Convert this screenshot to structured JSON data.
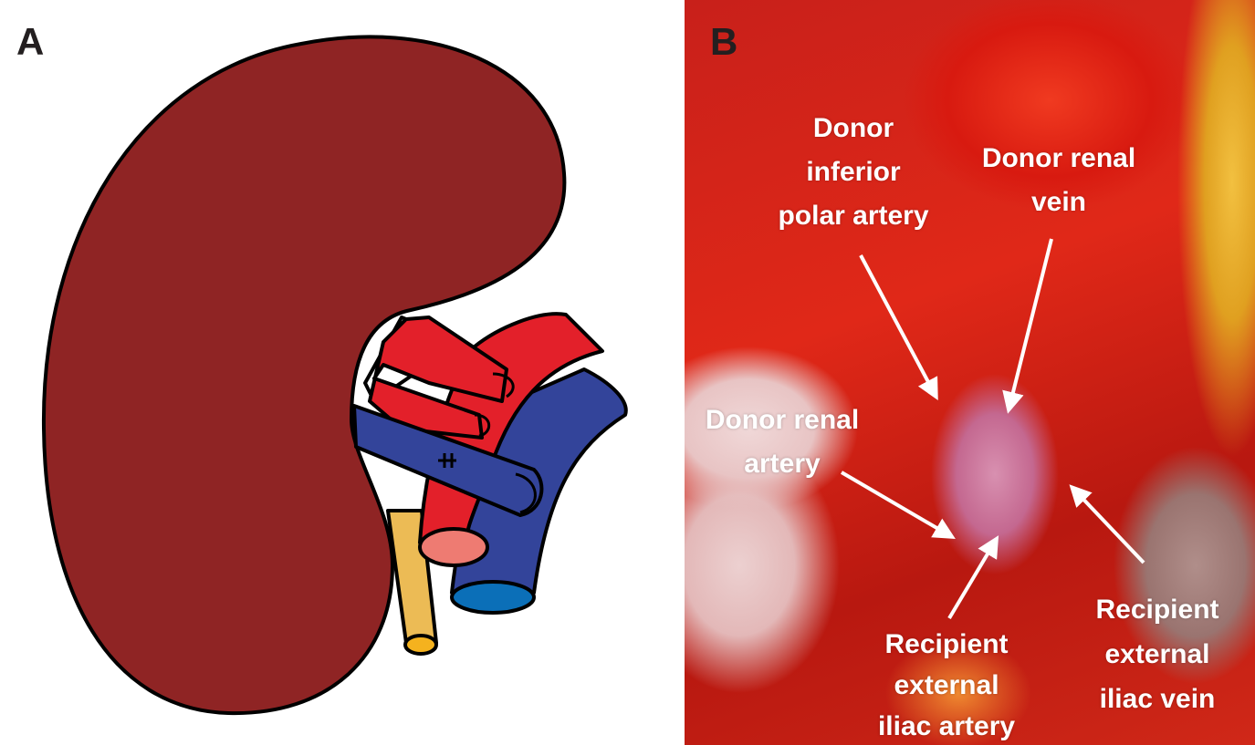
{
  "panels": {
    "a": {
      "letter": "A"
    },
    "b": {
      "letter": "B"
    }
  },
  "labels": {
    "inferior_polar_artery": [
      "Donor",
      "inferior",
      "polar artery"
    ],
    "renal_vein": [
      "Donor renal",
      "vein"
    ],
    "renal_artery": [
      "Donor renal",
      "artery"
    ],
    "external_iliac_artery": [
      "Recipient",
      "external",
      "iliac artery"
    ],
    "external_iliac_vein": [
      "Recipient",
      "external",
      "iliac vein"
    ]
  },
  "colors": {
    "kidney": "#8f2424",
    "artery": "#e3202a",
    "artery_lumen": "#ee7b72",
    "vein": "#33449a",
    "vein_lumen": "#0b6fb8",
    "ureter": "#ecbb55",
    "ureter_lumen": "#f5b21e"
  }
}
